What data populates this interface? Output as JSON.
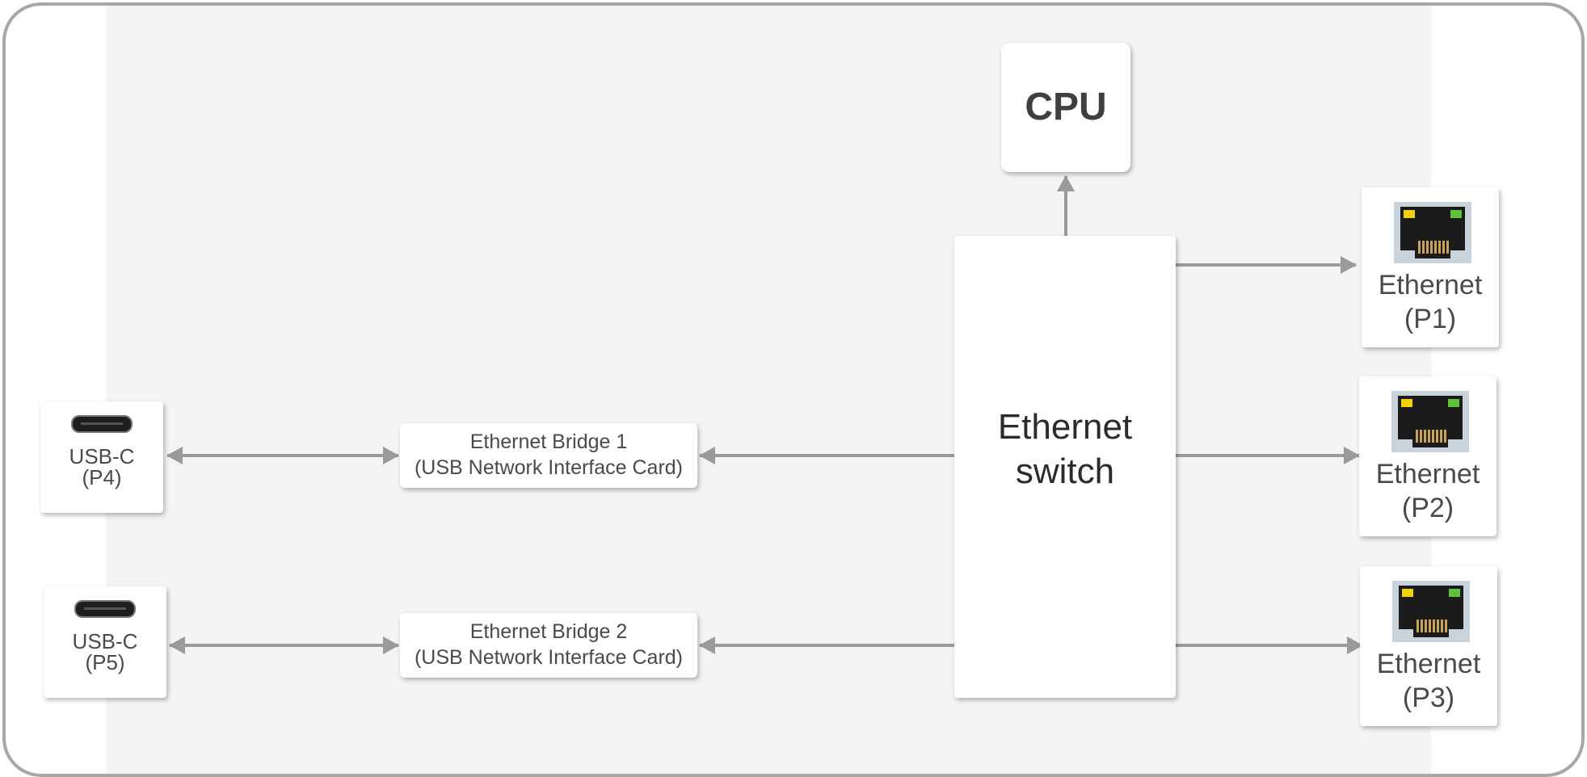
{
  "diagram": {
    "cpu": {
      "label": "CPU"
    },
    "switch": {
      "line1": "Ethernet",
      "line2": "switch"
    },
    "bridges": [
      {
        "line1": "Ethernet Bridge 1",
        "line2": "(USB Network Interface Card)"
      },
      {
        "line1": "Ethernet Bridge 2",
        "line2": "(USB Network Interface Card)"
      }
    ],
    "usb_ports": [
      {
        "line1": "USB-C",
        "line2": "(P4)"
      },
      {
        "line1": "USB-C",
        "line2": "(P5)"
      }
    ],
    "ethernet_ports": [
      {
        "line1": "Ethernet",
        "line2": "(P1)"
      },
      {
        "line1": "Ethernet",
        "line2": "(P2)"
      },
      {
        "line1": "Ethernet",
        "line2": "(P3)"
      }
    ],
    "icons": {
      "usb": "usb-c-connector-icon",
      "ethernet": "rj45-jack-icon"
    },
    "colors": {
      "frame": "#a7a7a7",
      "band": "#f4f4f4",
      "arrow": "#9a9a9a",
      "led_yellow": "#f2d200",
      "led_green": "#5fc23a"
    }
  }
}
